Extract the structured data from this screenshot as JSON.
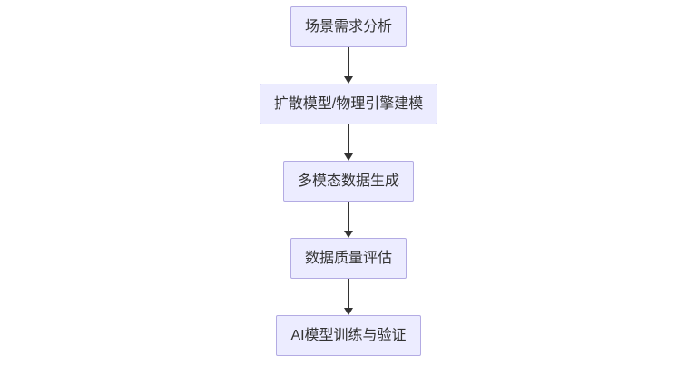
{
  "flowchart": {
    "type": "flowchart",
    "direction": "top-down",
    "colors": {
      "background": "#ffffff",
      "node_fill": "#ECECFF",
      "node_border": "#b3abe3",
      "text": "#333333",
      "arrow": "#333333"
    },
    "nodes": [
      {
        "id": "step-1",
        "label": "场景需求分析"
      },
      {
        "id": "step-2",
        "label": "扩散模型/物理引擎建模"
      },
      {
        "id": "step-3",
        "label": "多模态数据生成"
      },
      {
        "id": "step-4",
        "label": "数据质量评估"
      },
      {
        "id": "step-5",
        "label": "AI模型训练与验证"
      }
    ],
    "edges": [
      {
        "from": "step-1",
        "to": "step-2",
        "label": ""
      },
      {
        "from": "step-2",
        "to": "step-3",
        "label": ""
      },
      {
        "from": "step-3",
        "to": "step-4",
        "label": ""
      },
      {
        "from": "step-4",
        "to": "step-5",
        "label": ""
      }
    ]
  }
}
